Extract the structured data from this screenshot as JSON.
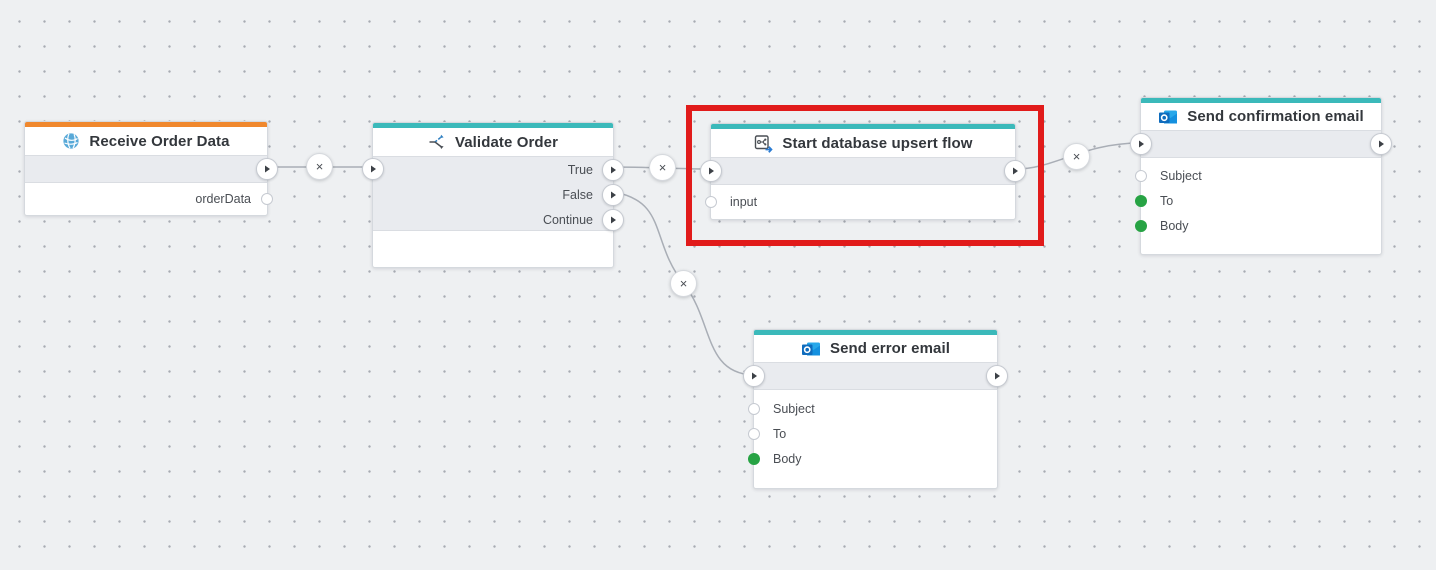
{
  "flow": {
    "nodes": [
      {
        "title": "Receive Order Data",
        "icon": "globe-icon",
        "accent_color": "#f0882e",
        "outputs": [
          {
            "label": "orderData",
            "port": "hollow"
          }
        ]
      },
      {
        "title": "Validate Order",
        "icon": "branch-icon",
        "accent_color": "#3bb9ba",
        "flow_outputs": [
          {
            "label": "True"
          },
          {
            "label": "False"
          },
          {
            "label": "Continue"
          }
        ]
      },
      {
        "title": "Start database upsert flow",
        "icon": "subflow-icon",
        "accent_color": "#3bb9ba",
        "inputs": [
          {
            "label": "input",
            "port": "hollow"
          }
        ]
      },
      {
        "title": "Send confirmation email",
        "icon": "outlook-icon",
        "accent_color": "#3bb9ba",
        "inputs": [
          {
            "label": "Subject",
            "port": "hollow"
          },
          {
            "label": "To",
            "port": "filled"
          },
          {
            "label": "Body",
            "port": "filled"
          }
        ]
      },
      {
        "title": "Send error email",
        "icon": "outlook-icon",
        "accent_color": "#3bb9ba",
        "inputs": [
          {
            "label": "Subject",
            "port": "hollow"
          },
          {
            "label": "To",
            "port": "hollow"
          },
          {
            "label": "Body",
            "port": "filled"
          }
        ]
      }
    ],
    "connection_delete_glyph": "×",
    "colors": {
      "accent_orange": "#f0882e",
      "accent_teal": "#3bb9ba",
      "port_green": "#27a344",
      "wire_gray": "#a9aeb6",
      "highlight_red": "#e11b1b"
    }
  }
}
